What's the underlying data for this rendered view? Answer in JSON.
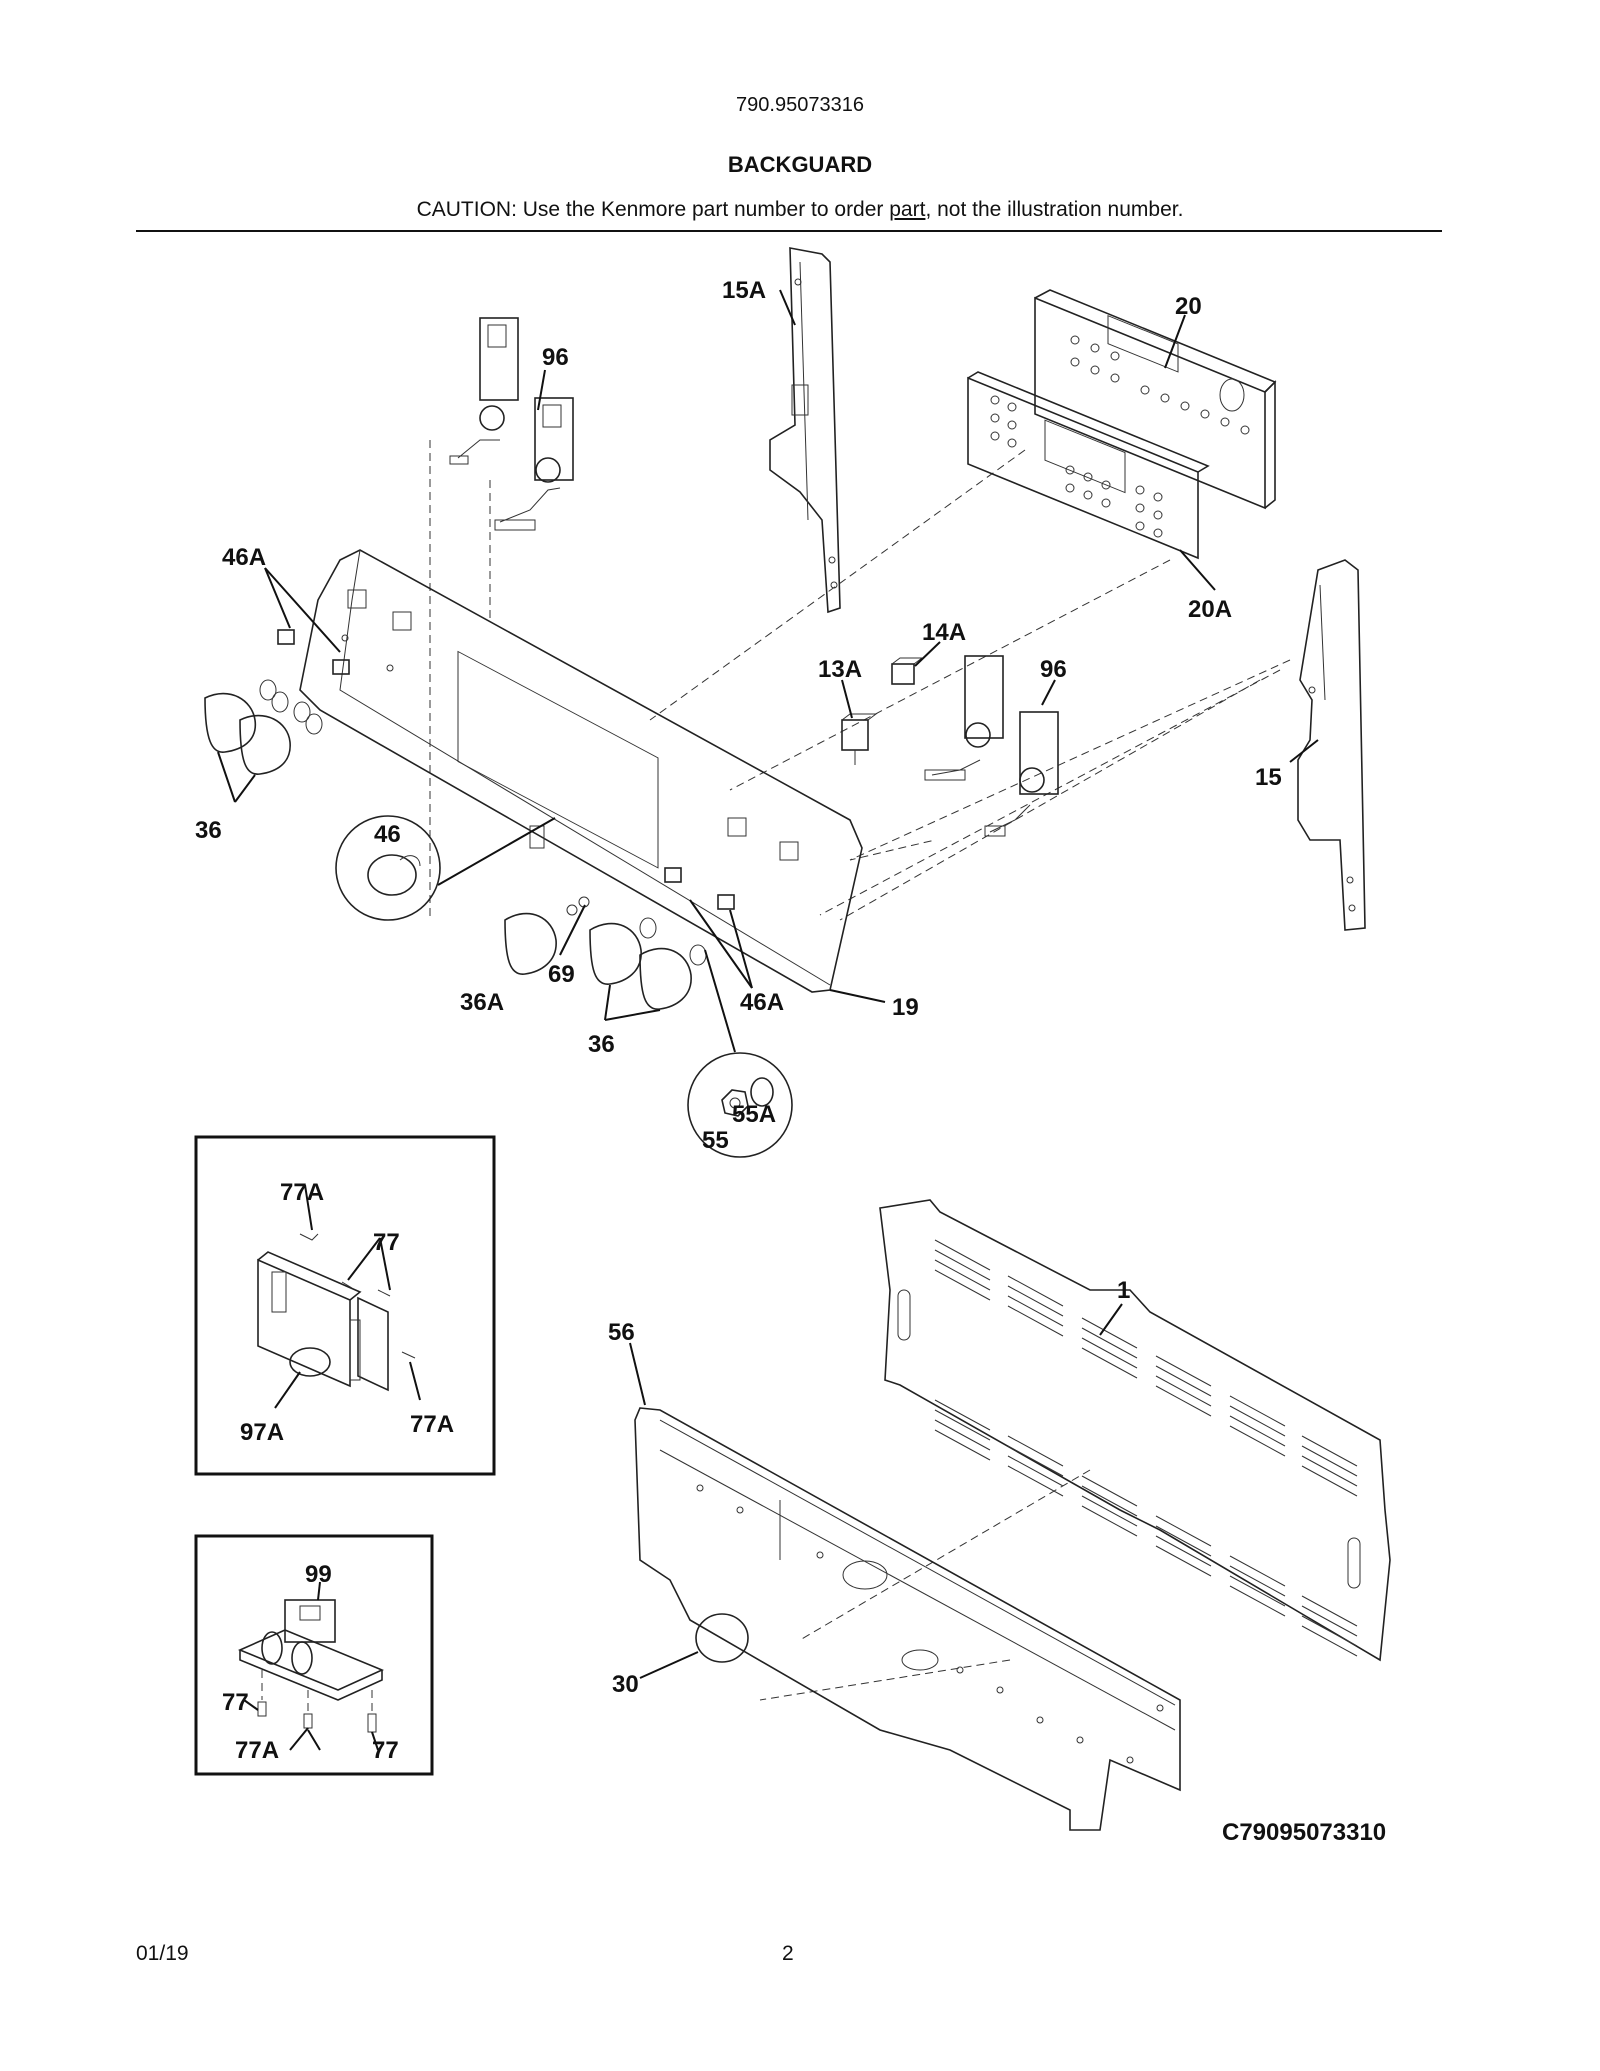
{
  "header": {
    "model_number": "790.95073316",
    "section_title": "BACKGUARD",
    "caution_prefix": "CAUTION: Use the Kenmore part number to order ",
    "caution_underlined": "part",
    "caution_suffix": ", not the illustration number."
  },
  "callouts": {
    "c15A": "15A",
    "c20": "20",
    "c96a": "96",
    "c46A_a": "46A",
    "c20A": "20A",
    "c14A": "14A",
    "c13A": "13A",
    "c96b": "96",
    "c15": "15",
    "c36a": "36",
    "c46": "46",
    "c69": "69",
    "c36A": "36A",
    "c46A_b": "46A",
    "c19": "19",
    "c36b": "36",
    "c55A": "55A",
    "c55": "55",
    "c77A_a": "77A",
    "c77_a": "77",
    "c97A": "97A",
    "c77A_b": "77A",
    "c1": "1",
    "c56": "56",
    "c99": "99",
    "c77_b": "77",
    "c77A_c": "77A",
    "c77_c": "77",
    "c30": "30"
  },
  "drawing_code": "C79095073310",
  "footer": {
    "date": "01/19",
    "page": "2"
  }
}
